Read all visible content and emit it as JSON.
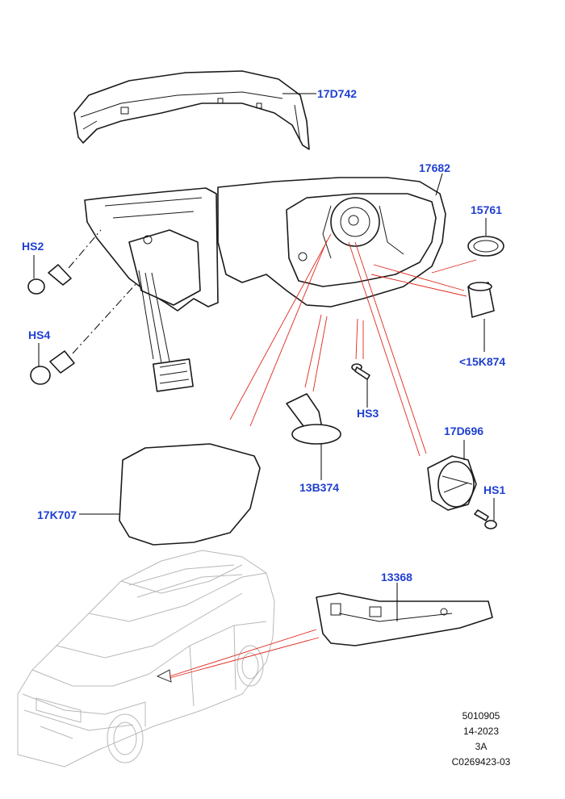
{
  "callouts": {
    "c17D742": "17D742",
    "c17682": "17682",
    "c15761": "15761",
    "cHS2": "HS2",
    "cHS4": "HS4",
    "c15K874": "<15K874",
    "cHS3": "HS3",
    "c17D696": "17D696",
    "cHS1": "HS1",
    "c13B374": "13B374",
    "c17K707": "17K707",
    "c13368": "13368"
  },
  "footer": {
    "line1": "5010905",
    "line2": "14-2023",
    "line3": "3A",
    "line4": "C0269423-03"
  },
  "colors": {
    "callout_text": "#1f3fd1",
    "reference_lines": "#e0281e",
    "part_outline": "#1a1a1a",
    "vehicle_outline": "#b8b8b8"
  }
}
